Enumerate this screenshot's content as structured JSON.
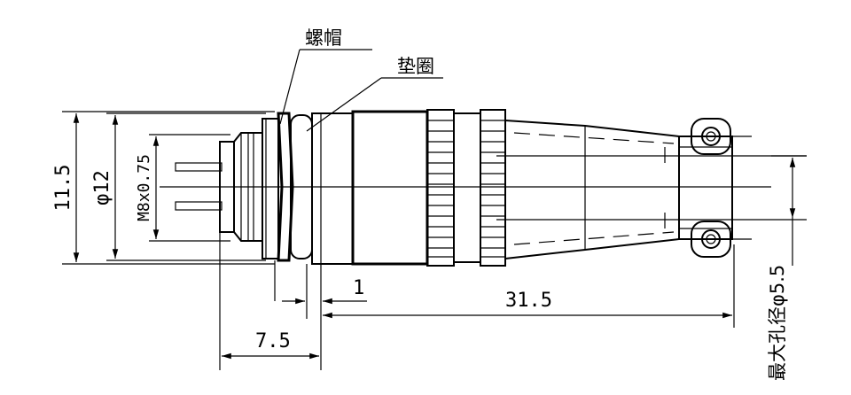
{
  "labels": {
    "nut": "螺帽",
    "washer": "垫圈"
  },
  "dimensions": {
    "height": "11.5",
    "diameter": "φ12",
    "thread": "M8x0.75",
    "gap": "1",
    "front_length": "7.5",
    "body_length": "31.5",
    "max_hole": "最大孔径φ5.5"
  }
}
